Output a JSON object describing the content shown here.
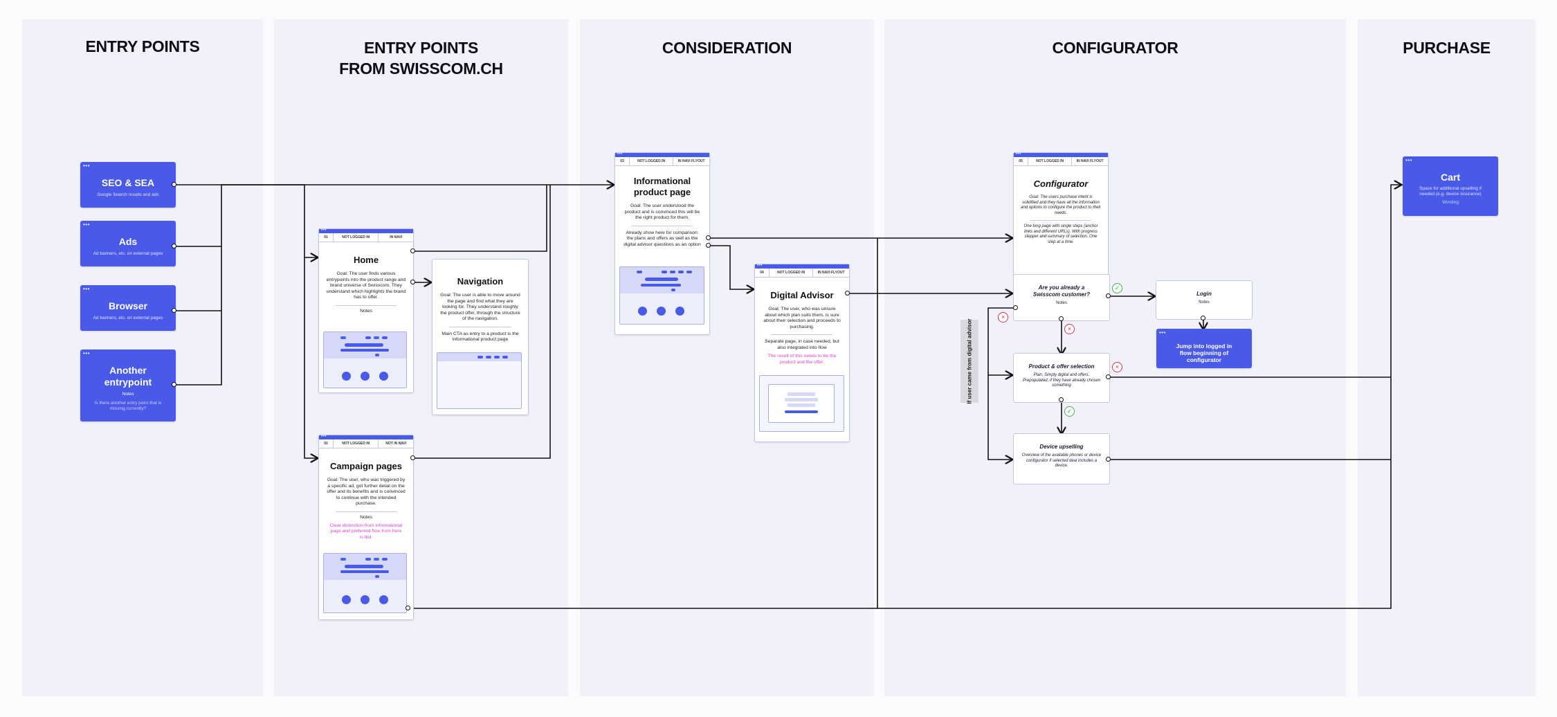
{
  "columns": [
    {
      "title": "ENTRY POINTS",
      "title2": ""
    },
    {
      "title": "ENTRY POINTS",
      "title2": "FROM SWISSCOM.CH"
    },
    {
      "title": "CONSIDERATION",
      "title2": ""
    },
    {
      "title": "CONFIGURATOR",
      "title2": ""
    },
    {
      "title": "PURCHASE",
      "title2": ""
    }
  ],
  "entries": [
    {
      "title": "SEO & SEA",
      "subtitle": "Google Search results and ads",
      "notes": "",
      "extra": ""
    },
    {
      "title": "Ads",
      "subtitle": "Ad banners, etc. on external pages",
      "notes": "",
      "extra": ""
    },
    {
      "title": "Browser",
      "subtitle": "Ad banners, etc. on external pages",
      "notes": "",
      "extra": ""
    },
    {
      "title": "Another entrypoint",
      "subtitle": "",
      "notes": "Notes",
      "extra": "Is there another entry point that is missing currently?"
    }
  ],
  "cards": {
    "home": {
      "num": "01",
      "tab1": "NOT LOGGED IN",
      "tab2": "IN NAVI",
      "title": "Home",
      "body": "Goal: The user finds various entrypoints into the product range and brand universe of Swisscom. They understand which highlights the brand has to offer.",
      "notes": "Notes"
    },
    "navigation": {
      "title": "Navigation",
      "body": "Goal: The user is able to move around the page and find what they are looking for. They understand roughly the product offer, through the structure of the navigation.",
      "body2": "Main CTA as entry to a product is the informational product page"
    },
    "campaign": {
      "num": "02",
      "tab1": "NOT LOGGED IN",
      "tab2": "NOT IN NAVI",
      "title": "Campaign pages",
      "body": "Goal: The user, who was triggered by a specific ad, got further detail on the offer and its benefits and is convinced to continue with the intended purchase.",
      "notes": "Notes",
      "pink": "Clear distinction from informational page and preferred flow from here is tbd."
    },
    "info": {
      "num": "03",
      "tab1": "NOT LOGGED IN",
      "tab2": "IN NAVI FLYOUT",
      "title": "Informational product page",
      "body": "Goal: The user understood the product and is convinced this will be the right product for them.",
      "body2": "Already show here for comparison: the plans and offers as well as the digital advisor questions as an option"
    },
    "advisor": {
      "num": "04",
      "tab1": "NOT LOGGED IN",
      "tab2": "IN NAVI FLYOUT",
      "title": "Digital Advisor",
      "body": "Goal: The user, who was unsure about which plan suits them, is sure about their selection and proceeds to purchasing.",
      "body2": "Separate page, in case needed, but also integrated into flow",
      "pink": "The result of this needs to be the product and the offer."
    },
    "configurator": {
      "num": "05",
      "tab1": "NOT LOGGED IN",
      "tab2": "IN NAVI FLYOUT",
      "title": "Configurator",
      "body": "Goal: The users purchase intent is solidified and they have all the information and options to configure the product to their needs.",
      "body2": "One long page with single steps (anchor links and different URLs). With progress stepper and summary of selection. One step at a time."
    }
  },
  "nodes": {
    "customer": {
      "title": "Are you already a Swisscom customer?",
      "body": "Notes"
    },
    "product": {
      "title": "Product & offer selection",
      "body": "Plan, Simply digital and offers. Prepopulated, if they have already chosen something"
    },
    "device": {
      "title": "Device upselling",
      "body": "Overview of the available phones or device configurator if selected deal includes a device."
    },
    "login": {
      "title": "Login",
      "body": "Notes"
    }
  },
  "jump": {
    "title": "Jump into logged in flow beginning of configurator"
  },
  "cart": {
    "title": "Cart",
    "subtitle": "Space for additional upselling if needed (e.g. device insurance)",
    "status": "Wording"
  },
  "side_label": "If user came from digital advisor",
  "marks": {
    "ok": "✓",
    "no": "×"
  },
  "colors": {
    "accent": "#4a5ae8",
    "pink": "#e03fd0",
    "ok": "#3fb04c",
    "no": "#d6344a"
  }
}
